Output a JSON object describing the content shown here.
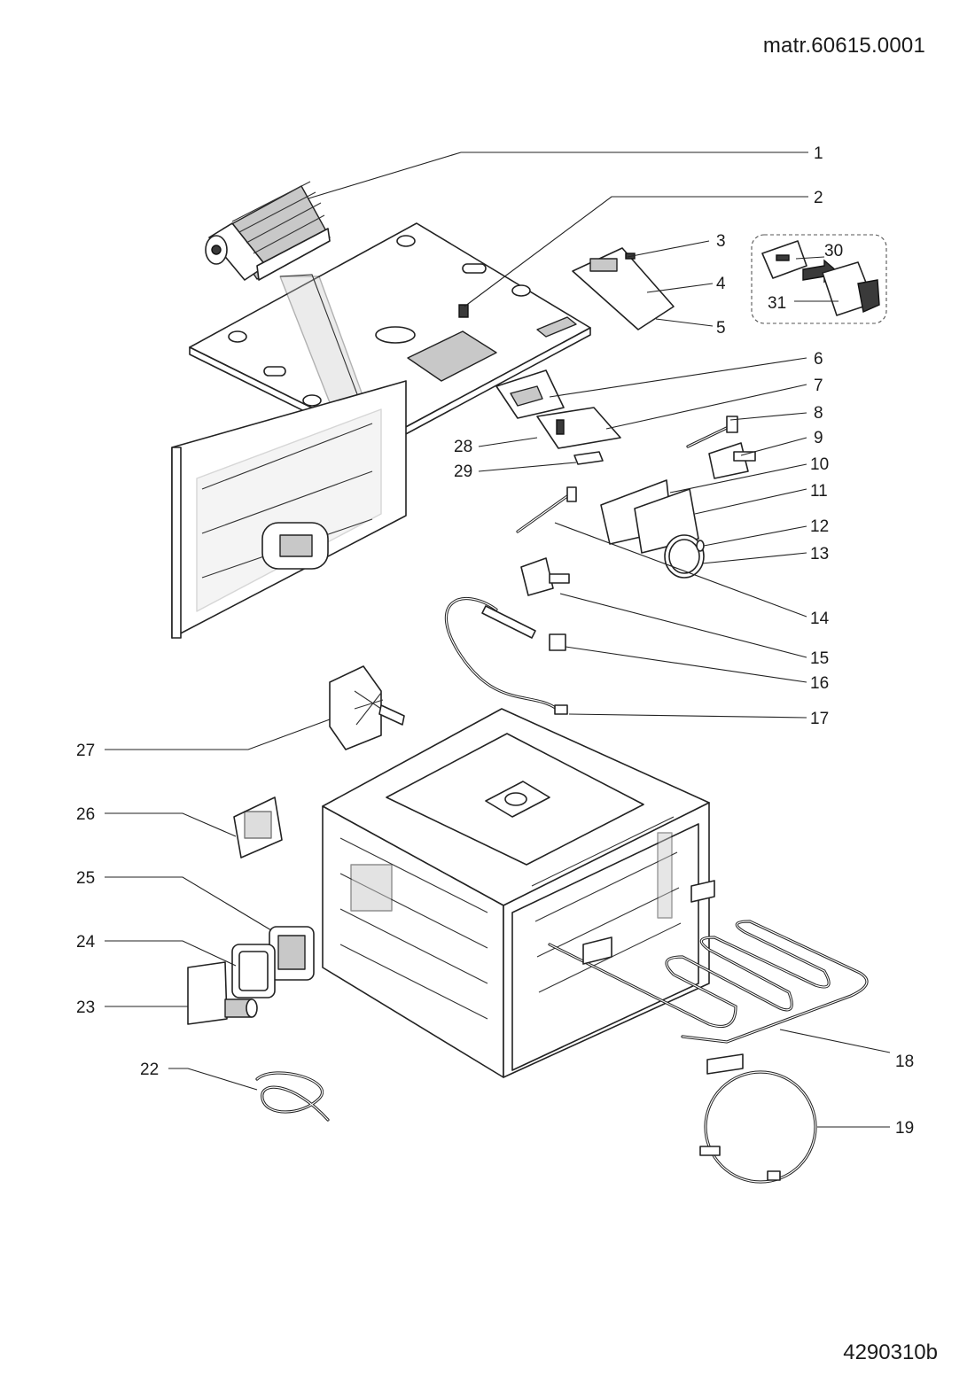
{
  "header": {
    "code": "matr.60615.0001"
  },
  "footer": {
    "code": "4290310b"
  },
  "callouts": {
    "c1": "1",
    "c2": "2",
    "c3": "3",
    "c4": "4",
    "c5": "5",
    "c6": "6",
    "c7": "7",
    "c8": "8",
    "c9": "9",
    "c10": "10",
    "c11": "11",
    "c12": "12",
    "c13": "13",
    "c14": "14",
    "c15": "15",
    "c16": "16",
    "c17": "17",
    "c18": "18",
    "c19": "19",
    "c22": "22",
    "c23": "23",
    "c24": "24",
    "c25": "25",
    "c26": "26",
    "c27": "27",
    "c28": "28",
    "c29": "29",
    "c30": "30",
    "c31": "31"
  }
}
